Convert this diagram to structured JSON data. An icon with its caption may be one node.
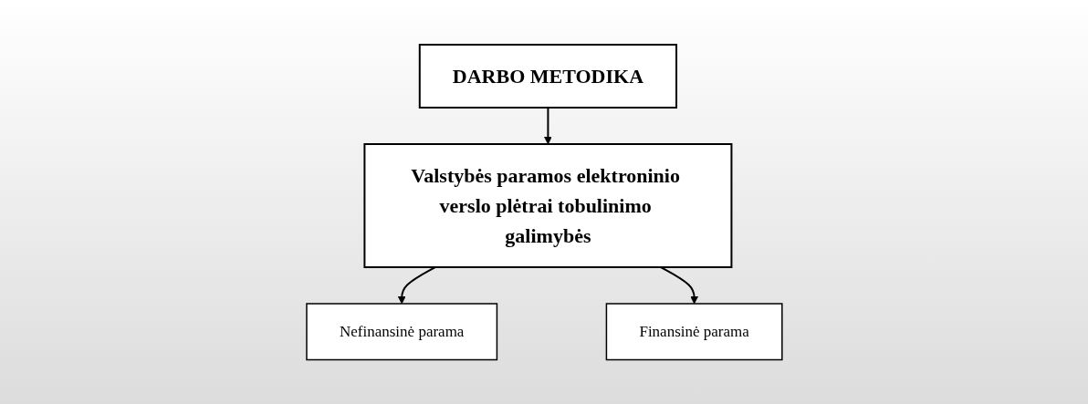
{
  "diagram": {
    "nodes": [
      {
        "text": [
          "DARBO METODIKA"
        ]
      },
      {
        "text": [
          "Valstybės paramos elektroninio verslo plėtrai tobulinimo galimybės"
        ]
      },
      {
        "text": [
          "Nefinansinė parama"
        ]
      },
      {
        "text": [
          "Finansinė parama"
        ]
      }
    ],
    "edges": [
      {
        "from": 0,
        "to": 1,
        "arrow": "to"
      },
      {
        "from": 1,
        "to": 2,
        "arrow": "to"
      },
      {
        "from": 1,
        "to": 3,
        "arrow": "to"
      }
    ]
  }
}
